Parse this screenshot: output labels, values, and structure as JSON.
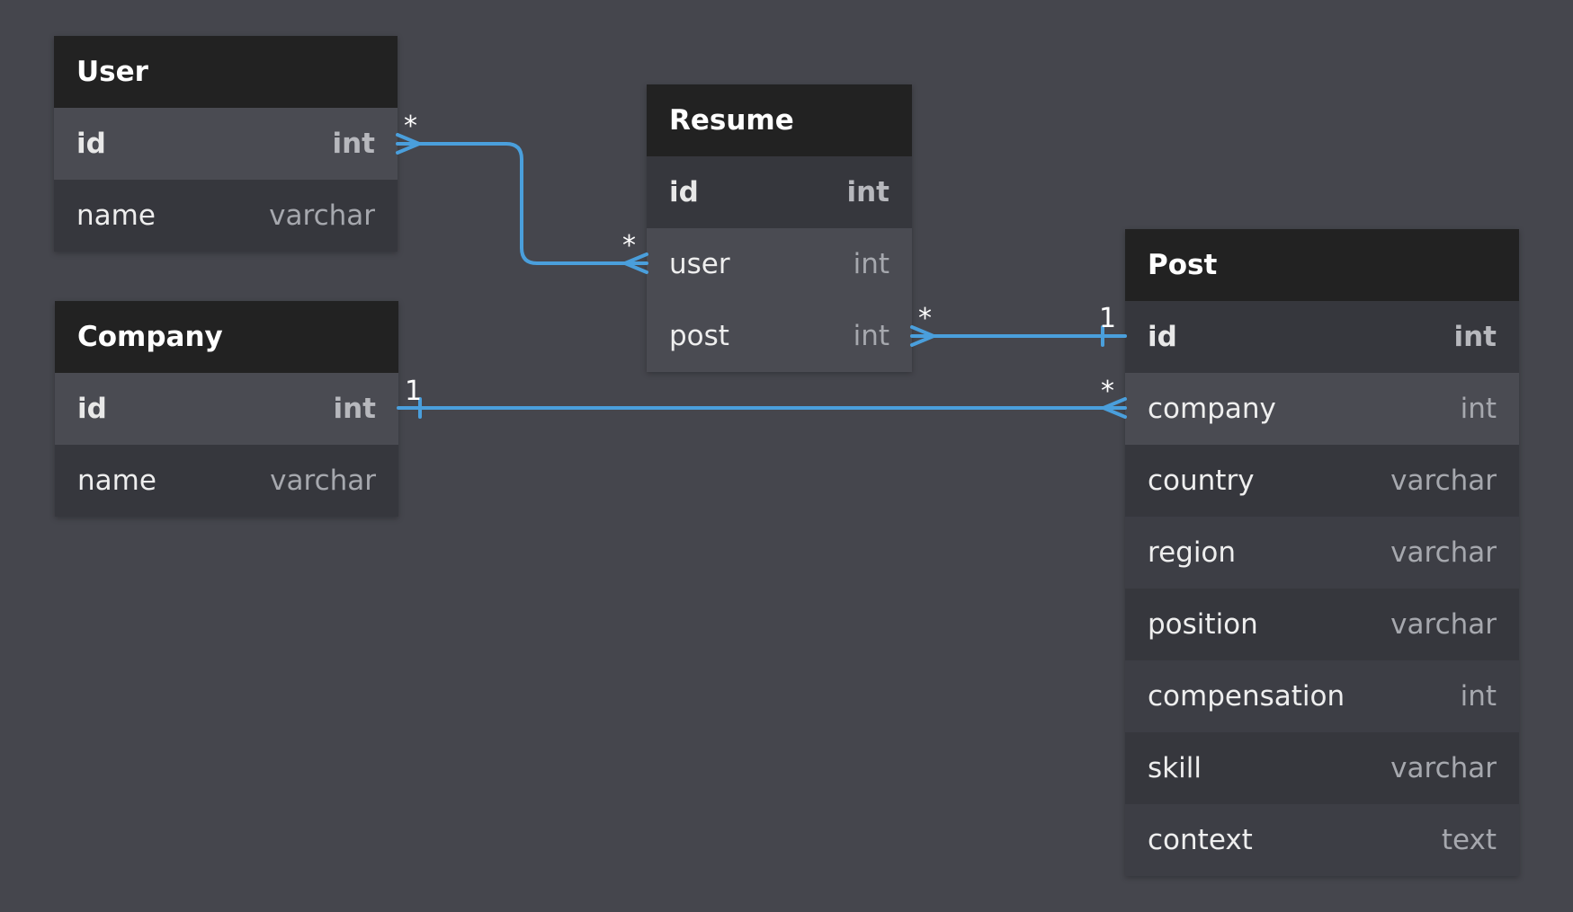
{
  "colors": {
    "background": "#45464d",
    "header": "#222222",
    "link": "#4a9fdc"
  },
  "tables": [
    {
      "key": "user",
      "name": "User",
      "fields": [
        {
          "name": "id",
          "type": "int",
          "pk": true
        },
        {
          "name": "name",
          "type": "varchar"
        }
      ]
    },
    {
      "key": "company",
      "name": "Company",
      "fields": [
        {
          "name": "id",
          "type": "int",
          "pk": true
        },
        {
          "name": "name",
          "type": "varchar"
        }
      ]
    },
    {
      "key": "resume",
      "name": "Resume",
      "fields": [
        {
          "name": "id",
          "type": "int",
          "pk": true
        },
        {
          "name": "user",
          "type": "int"
        },
        {
          "name": "post",
          "type": "int"
        }
      ]
    },
    {
      "key": "post",
      "name": "Post",
      "fields": [
        {
          "name": "id",
          "type": "int",
          "pk": true
        },
        {
          "name": "company",
          "type": "int"
        },
        {
          "name": "country",
          "type": "varchar"
        },
        {
          "name": "region",
          "type": "varchar"
        },
        {
          "name": "position",
          "type": "varchar"
        },
        {
          "name": "compensation",
          "type": "int"
        },
        {
          "name": "skill",
          "type": "varchar"
        },
        {
          "name": "context",
          "type": "text"
        }
      ]
    }
  ],
  "relations": [
    {
      "from": "user.id",
      "from_card": "*",
      "to": "resume.user",
      "to_card": "*"
    },
    {
      "from": "resume.post",
      "from_card": "*",
      "to": "post.id",
      "to_card": "1"
    },
    {
      "from": "company.id",
      "from_card": "1",
      "to": "post.company",
      "to_card": "*"
    }
  ]
}
